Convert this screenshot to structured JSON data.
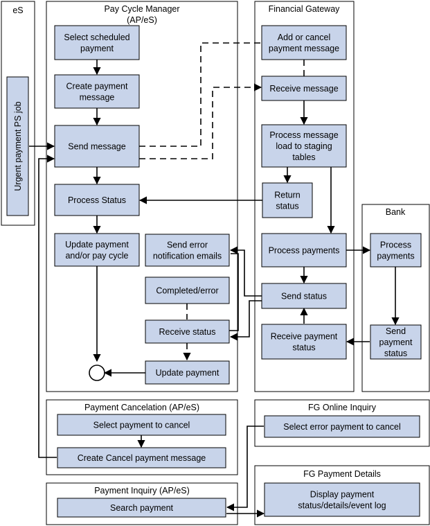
{
  "lanes": {
    "es": {
      "title": [
        "eS"
      ]
    },
    "pcm": {
      "title": [
        "Pay Cycle Manager",
        "(AP/eS)"
      ]
    },
    "fg": {
      "title": [
        "Financial Gateway"
      ]
    },
    "bank": {
      "title": [
        "Bank"
      ]
    },
    "cancel": {
      "title": [
        "Payment Cancelation (AP/eS)"
      ]
    },
    "inquiry": {
      "title": [
        "Payment Inquiry (AP/eS)"
      ]
    },
    "fg_online": {
      "title": [
        "FG Online Inquiry"
      ]
    },
    "fg_details": {
      "title": [
        "FG Payment Details"
      ]
    }
  },
  "boxes": {
    "urgent": {
      "label": "Urgent payment PS job"
    },
    "select_sched": {
      "lines": [
        "Select scheduled",
        "payment"
      ]
    },
    "create_msg": {
      "lines": [
        "Create payment",
        "message"
      ]
    },
    "send_msg": {
      "lines": [
        "Send message"
      ]
    },
    "proc_status": {
      "lines": [
        "Process Status"
      ]
    },
    "update_pay": {
      "lines": [
        "Update payment",
        "and/or pay cycle"
      ]
    },
    "send_err": {
      "lines": [
        "Send error",
        "notification emails"
      ]
    },
    "completed": {
      "lines": [
        "Completed/error"
      ]
    },
    "recv_status": {
      "lines": [
        "Receive status"
      ]
    },
    "update_payment": {
      "lines": [
        "Update payment"
      ]
    },
    "add_cancel": {
      "lines": [
        "Add or cancel",
        "payment message"
      ]
    },
    "recv_msg": {
      "lines": [
        "Receive message"
      ]
    },
    "proc_load": {
      "lines": [
        "Process message",
        "load to staging",
        "tables"
      ]
    },
    "return_status": {
      "lines": [
        "Return",
        "status"
      ]
    },
    "proc_payments": {
      "lines": [
        "Process payments"
      ]
    },
    "send_status": {
      "lines": [
        "Send status"
      ]
    },
    "recv_pay_status": {
      "lines": [
        "Receive payment",
        "status"
      ]
    },
    "bank_proc": {
      "lines": [
        "Process",
        "payments"
      ]
    },
    "bank_send": {
      "lines": [
        "Send",
        "payment",
        "status"
      ]
    },
    "sel_cancel": {
      "lines": [
        "Select payment to cancel"
      ]
    },
    "create_cancel": {
      "lines": [
        "Create Cancel payment message"
      ]
    },
    "search_pay": {
      "lines": [
        "Search payment"
      ]
    },
    "sel_err": {
      "lines": [
        "Select error payment to cancel"
      ]
    },
    "display": {
      "lines": [
        "Display payment",
        "status/details/event log"
      ]
    }
  }
}
